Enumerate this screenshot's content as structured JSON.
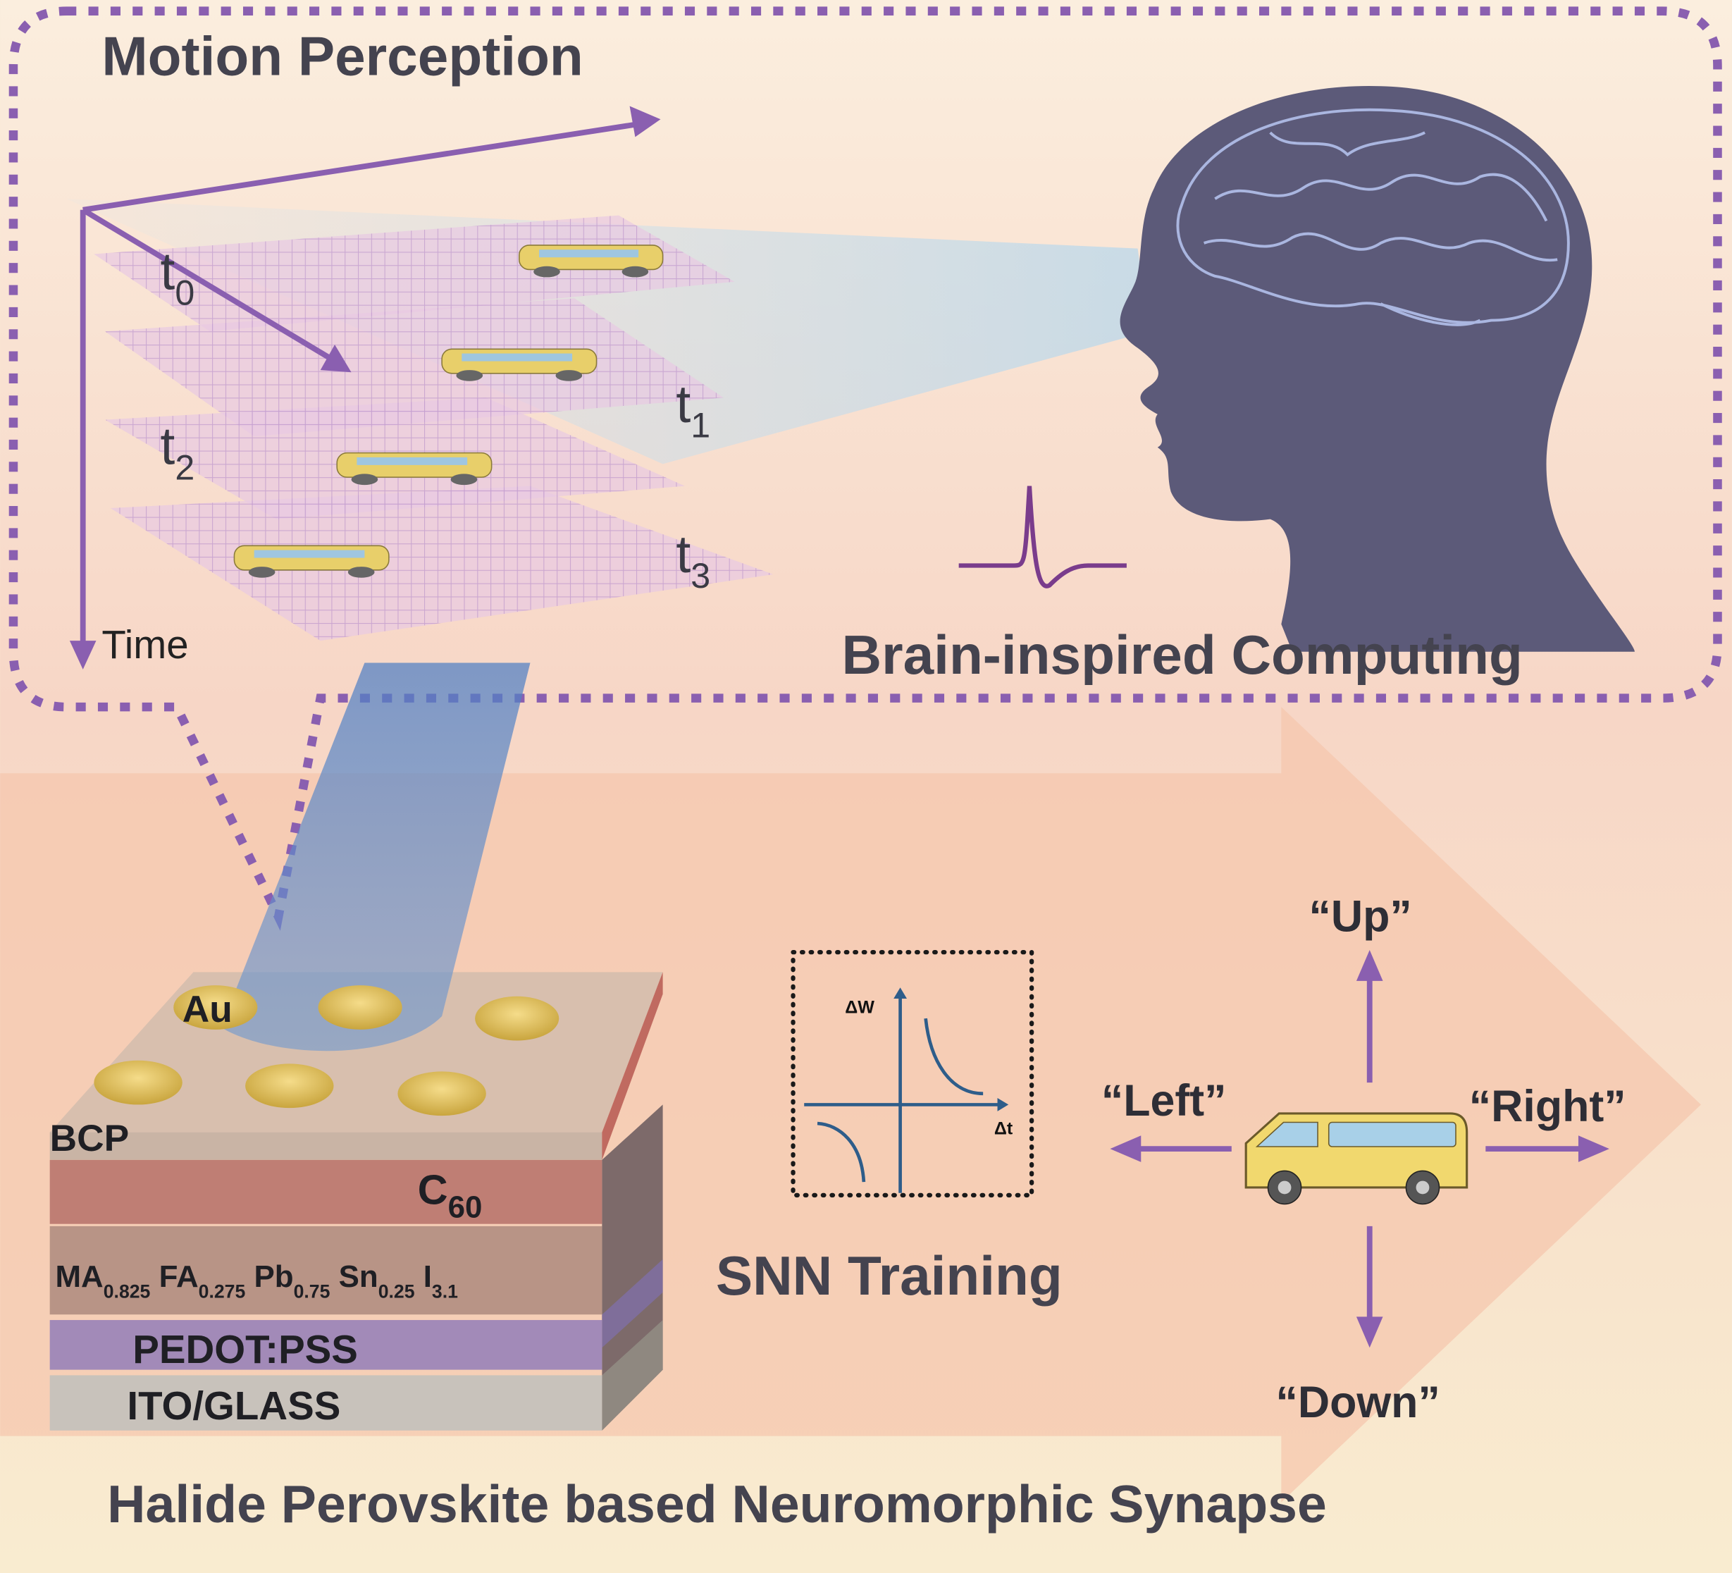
{
  "motion_panel": {
    "title": "Motion Perception",
    "time_axis_label": "Time",
    "frames": [
      {
        "label": "t",
        "sub": "0"
      },
      {
        "label": "t",
        "sub": "1"
      },
      {
        "label": "t",
        "sub": "2"
      },
      {
        "label": "t",
        "sub": "3"
      }
    ]
  },
  "brain_panel": {
    "title": "Brain-inspired Computing"
  },
  "device": {
    "layers": {
      "au": "Au",
      "bcp": "BCP",
      "c60": {
        "main": "C",
        "sub": "60"
      },
      "perovskite": [
        {
          "main": "MA",
          "sub": "0.825"
        },
        {
          "main": "FA",
          "sub": "0.275"
        },
        {
          "main": "Pb",
          "sub": "0.75"
        },
        {
          "main": "Sn",
          "sub": "0.25"
        },
        {
          "main": "I",
          "sub": "3.1"
        }
      ],
      "pedot": "PEDOT:PSS",
      "ito": "ITO/GLASS"
    }
  },
  "snn": {
    "title": "SNN Training",
    "y_axis": "ΔW",
    "x_axis": "Δt"
  },
  "directions": {
    "up": "“Up”",
    "down": "“Down”",
    "left": "“Left”",
    "right": "“Right”"
  },
  "footer": {
    "title": "Halide Perovskite based Neuromorphic Synapse"
  },
  "colors": {
    "accent_purple": "#8a5fb0",
    "silhouette": "#5c5a79",
    "background": "#f8ecd2",
    "arrow_pink": "#f6c9b0"
  }
}
